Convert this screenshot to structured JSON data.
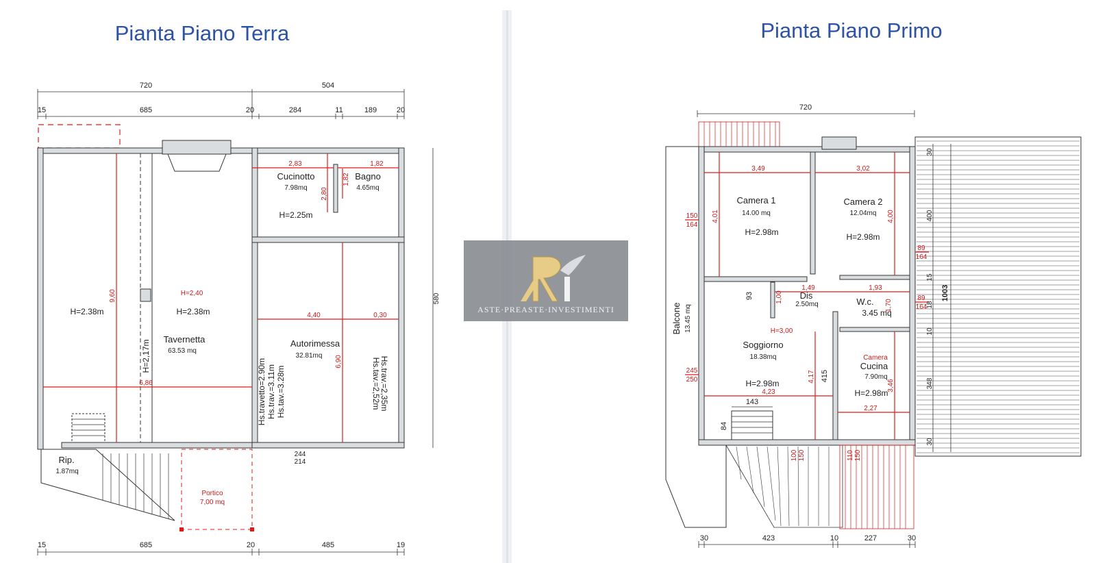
{
  "titles": {
    "left": "Pianta Piano Terra",
    "right": "Pianta Piano Primo"
  },
  "ground": {
    "top_dims": [
      "720",
      "504"
    ],
    "sub_dims": [
      "15",
      "685",
      "20",
      "284",
      "11",
      "189",
      "20"
    ],
    "bottom_dims": [
      "15",
      "685",
      "20",
      "485",
      "19"
    ],
    "rooms": {
      "cucinotto": {
        "name": "Cucinotto",
        "area": "7.98mq",
        "height": "H=2.25m"
      },
      "bagno": {
        "name": "Bagno",
        "area": "4.65mq"
      },
      "tavernetta": {
        "name": "Tavernetta",
        "area": "63.53 mq",
        "height": "H=2.38m",
        "height_red": "H=2,40"
      },
      "left_space": {
        "height": "H=2.38m"
      },
      "autorimessa": {
        "name": "Autorimessa",
        "area": "32.81mq"
      },
      "rip": {
        "name": "Rip.",
        "area": "1.87mq"
      },
      "portico": {
        "name": "Portico",
        "area": "7,00 mq"
      }
    },
    "red_dims": {
      "d283": "2,83",
      "d182a": "1,82",
      "d280": "2,80",
      "d182b": "1,82",
      "d960": "9,60",
      "d440": "4,40",
      "d030": "0,30",
      "d690": "6,90",
      "d686": "6,86",
      "d217": "H=2,17m"
    },
    "autorimessa_heights": [
      "Hs.travetto=2.90m",
      "Hs.trav.=3.11m",
      "Hs.tav.=3.28m"
    ],
    "autorimessa_heights_right": [
      "Hs.trav.=2,35m",
      "Hs.tav.=2,52m"
    ],
    "door_dims": [
      "244",
      "214"
    ],
    "side_dim": "580"
  },
  "first": {
    "top_dim": "720",
    "bottom_dims": [
      "30",
      "423",
      "10",
      "227",
      "30"
    ],
    "right_dims": [
      "30",
      "400",
      "15",
      "18",
      "10",
      "348",
      "30"
    ],
    "right_total": "1003",
    "rooms": {
      "camera1": {
        "name": "Camera 1",
        "area": "14.00 mq",
        "height": "H=2.98m"
      },
      "camera2": {
        "name": "Camera 2",
        "area": "12.04mq",
        "height": "H=2.98m"
      },
      "disimpegno": {
        "name": "Dis",
        "area": "2.50mq"
      },
      "wc": {
        "name": "W.c.",
        "area": "3.45 mq"
      },
      "soggiorno": {
        "name": "Soggiorno",
        "area": "18.38mq",
        "height": "H=2.98m",
        "height_red": "H=3,00"
      },
      "cucina": {
        "name": "Cucina",
        "prefix": "Camera",
        "area": "7.90mq",
        "height": "H=2.98m"
      },
      "balcone": {
        "name": "Balcone",
        "area": "13.45 mq"
      }
    },
    "red_dims": {
      "d349": "3,49",
      "d302": "3,02",
      "d401": "4,01",
      "d400": "4,00",
      "d193": "1,93",
      "d100": "1,00",
      "d170": "1,70",
      "d149": "1,49",
      "d423": "4,23",
      "d417": "4,17",
      "d227": "2,27",
      "d346": "3,46"
    },
    "left_pairs": [
      [
        "150",
        "164"
      ],
      [
        "245",
        "250"
      ]
    ],
    "right_pairs": [
      [
        "89",
        "164"
      ],
      [
        "89",
        "164"
      ]
    ],
    "misc_dims": {
      "d93": "93",
      "d143": "143",
      "d84": "84",
      "d415": "415",
      "d100b": "100",
      "d150": "150",
      "d110": "110",
      "d150b": "150"
    }
  },
  "logo": {
    "text": "ASTE·PREASTE·INVESTIMENTI"
  }
}
